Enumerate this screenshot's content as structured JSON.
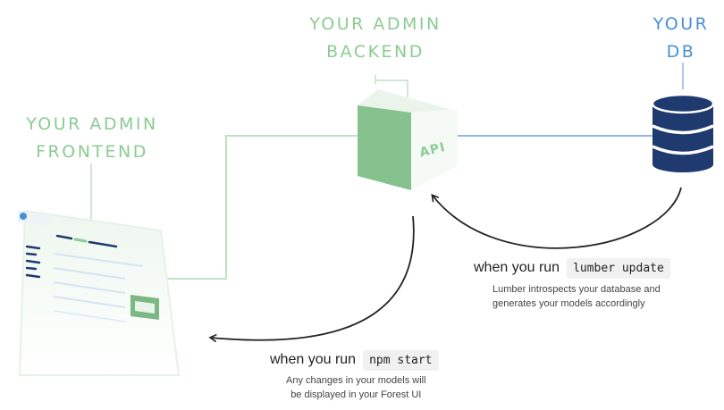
{
  "backend": {
    "label_line1": "YOUR ADMIN",
    "label_line2": "BACKEND",
    "api_text": "API"
  },
  "frontend": {
    "label_line1": "YOUR ADMIN",
    "label_line2": "FRONTEND"
  },
  "db": {
    "label_line1": "YOUR",
    "label_line2": "DB"
  },
  "lumber_update": {
    "run_text": "when you run",
    "command": "lumber update",
    "desc_line1": "Lumber introspects your database and",
    "desc_line2": "generates your models accordingly"
  },
  "npm_start": {
    "run_text": "when you run",
    "command": "npm start",
    "desc_line1": "Any changes in your models will",
    "desc_line2": "be displayed in your Forest UI"
  },
  "colors": {
    "green": "#8ccb93",
    "blue": "#4a8fd6",
    "navy": "#1f3a6e"
  }
}
